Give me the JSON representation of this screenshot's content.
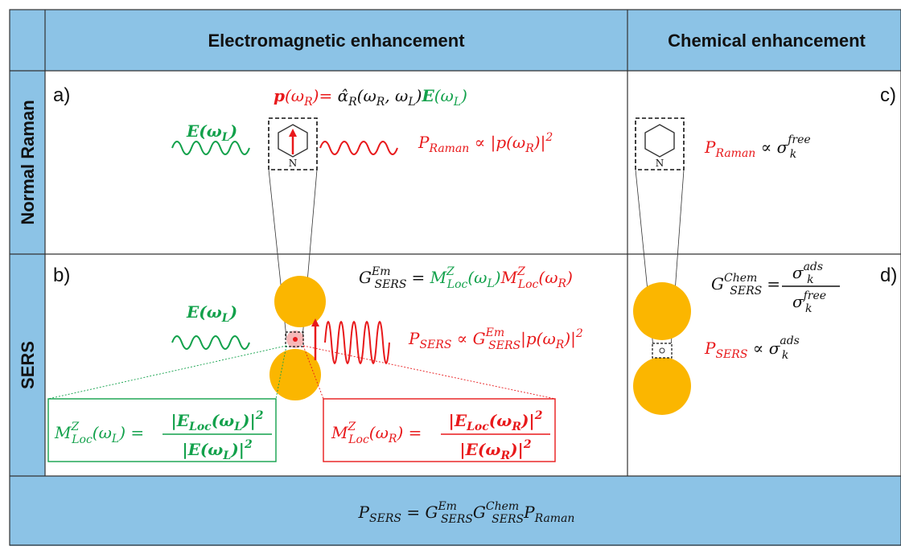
{
  "headers": {
    "em": "Electromagnetic enhancement",
    "chem": "Chemical enhancement"
  },
  "rows": {
    "normal": "Normal Raman",
    "sers": "SERS"
  },
  "panels": {
    "a": "a)",
    "b": "b)",
    "c": "c)",
    "d": "d)"
  },
  "molecule": {
    "atom": "N"
  },
  "equations": {
    "dipole": {
      "p": "p",
      "wR": "(ω",
      "R": "R",
      "eq": ")= ",
      "alpha": "α̂",
      "args": "(ω",
      "args2": ", ω",
      "args3": ")",
      "E": "E",
      "wL": "(ω",
      "L": "L",
      "close": ")"
    },
    "e_field": "E(ω",
    "sub_L": "L",
    "sub_R": "R",
    "p_raman_main": "P",
    "p_raman_sub": "Raman",
    "p_raman_rhs": "∝ |p(ω",
    "p_raman_end": ")|",
    "sq": "2",
    "g_em_lhs": "G",
    "g_em_sup": "Em",
    "g_em_sub": "SERS",
    "g_em_eq": "=",
    "m_main": "M",
    "m_sup": "Z",
    "m_sub": "Loc",
    "p_sers_main": "P",
    "p_sers_sub": "SERS",
    "p_sers_rhs": "∝ G",
    "p_sers_tail": "|p(ω",
    "m_l_num": "|E",
    "m_l_den": "|E(ω",
    "sigma": "σ",
    "sigma_sub": "k",
    "free": "free",
    "ads": "ads",
    "chem": "Chem",
    "propto": "∝",
    "bottom_formula_lhs": "P",
    "bottom_formula_eq": "="
  },
  "colors": {
    "header_bg": "#8cc3e6",
    "green": "#12a14b",
    "red": "#e8191b",
    "gold": "#fbb600",
    "border": "#333333"
  }
}
